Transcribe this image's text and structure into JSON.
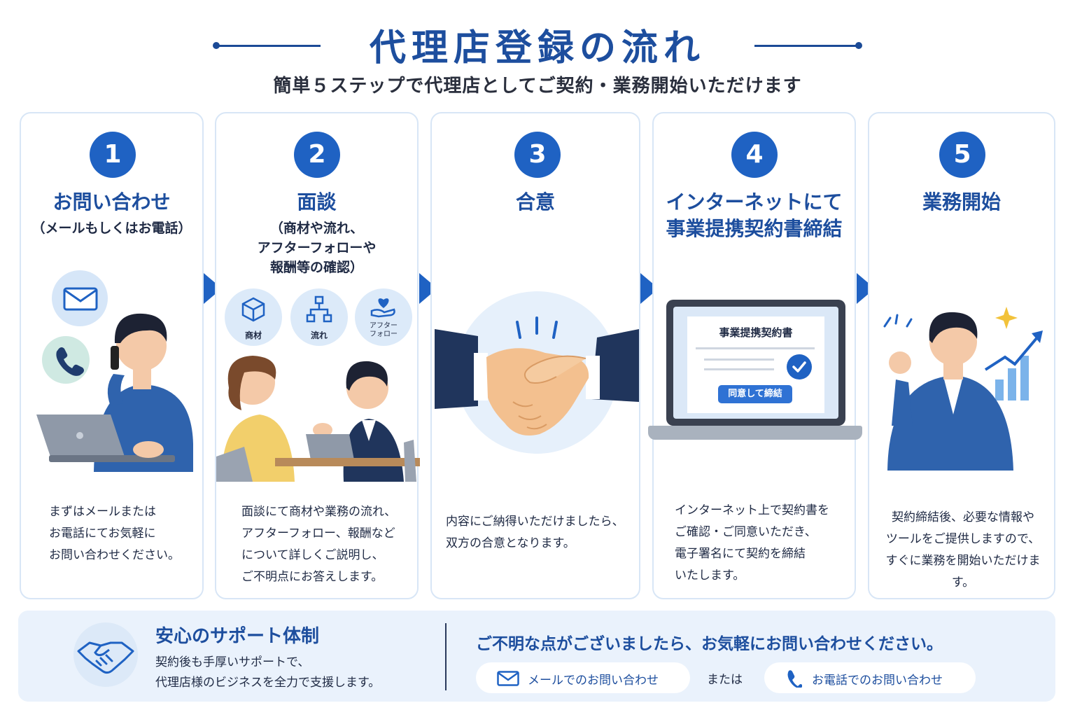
{
  "header": {
    "title": "代理店登録の流れ",
    "subtitle": "簡単５ステップで代理店としてご契約・業務開始いただけます"
  },
  "steps": [
    {
      "number": "1",
      "title": "お問い合わせ",
      "subtitle": "（メールもしくはお電話）",
      "description": [
        "まずはメールまたは",
        "お電話にてお気軽に",
        "お問い合わせください。"
      ]
    },
    {
      "number": "2",
      "title": "面談",
      "subtitle_lines": [
        "（商材や流れ、",
        "アフターフォローや",
        "報酬等の確認）"
      ],
      "bubbles": [
        {
          "icon": "box-icon",
          "label": "商材"
        },
        {
          "icon": "flow-chart-icon",
          "label": "流れ"
        },
        {
          "icon": "heart-hand-icon",
          "label_lines": [
            "アフター",
            "フォロー"
          ]
        }
      ],
      "description": [
        "面談にて商材や業務の流れ、",
        "アフターフォロー、報酬など",
        "について詳しくご説明し、",
        "ご不明点にお答えします。"
      ]
    },
    {
      "number": "3",
      "title": "合意",
      "description": [
        "内容にご納得いただけましたら、",
        "双方の合意となります。"
      ]
    },
    {
      "number": "4",
      "title_lines": [
        "インターネットにて",
        "事業提携契約書締結"
      ],
      "screen": {
        "doc_title": "事業提携契約書",
        "button": "同意して締結"
      },
      "description": [
        "インターネット上で契約書を",
        "ご確認・ご同意いただき、",
        "電子署名にて契約を締結",
        "いたします。"
      ]
    },
    {
      "number": "5",
      "title": "業務開始",
      "description": [
        "契約締結後、必要な情報や",
        "ツールをご提供しますので、",
        "すぐに業務を開始いただけます。"
      ]
    }
  ],
  "support": {
    "title": "安心のサポート体制",
    "text": [
      "契約後も手厚いサポートで、",
      "代理店様のビジネスを全力で支援します。"
    ]
  },
  "contact": {
    "title": "ご不明な点がございましたら、お気軽にお問い合わせください。",
    "mail_label": "メールでのお問い合わせ",
    "or": "または",
    "phone_label": "お電話でのお問い合わせ"
  },
  "colors": {
    "primary": "#1f62c3",
    "title": "#1d4e9e",
    "border": "#d8e6f6",
    "panel": "#eaf2fc"
  }
}
